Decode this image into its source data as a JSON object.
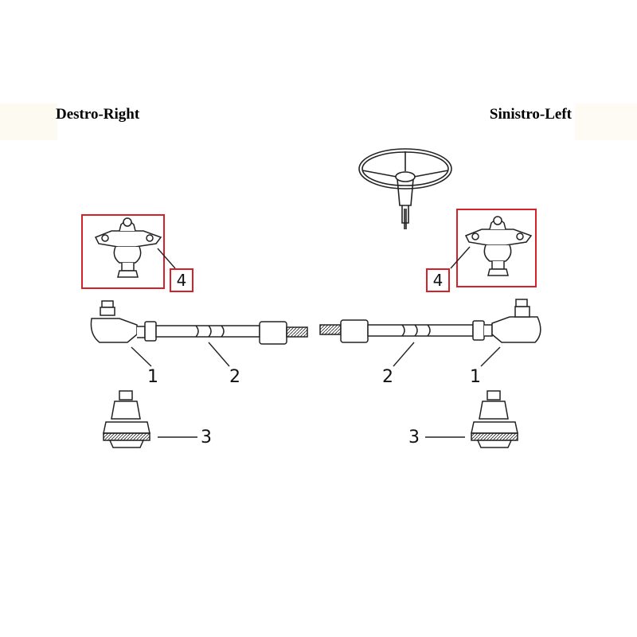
{
  "titles": {
    "right": "Destro-Right",
    "left": "Sinistro-Left"
  },
  "callouts": {
    "right": "4",
    "left": "4"
  },
  "labels": {
    "right": {
      "tie_rod_end": "1",
      "tie_rod": "2",
      "ball_joint": "3"
    },
    "left": {
      "tie_rod_end": "1",
      "tie_rod": "2",
      "ball_joint": "3"
    }
  },
  "colors": {
    "highlight": "#d6202a",
    "line": "#111111"
  }
}
